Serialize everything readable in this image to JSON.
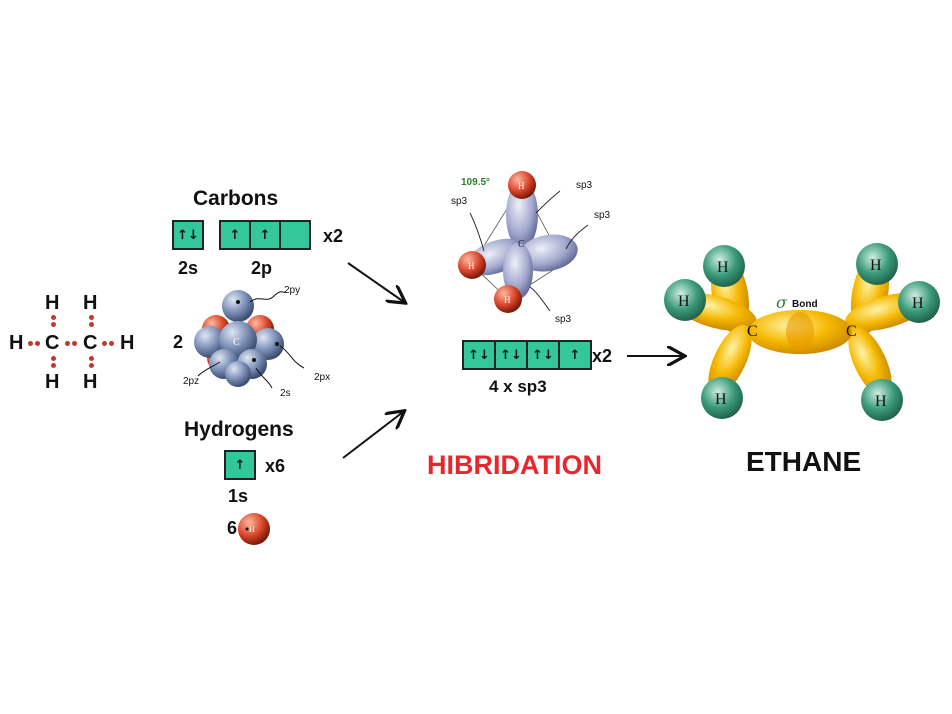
{
  "lewis": {
    "letters_top": [
      "H",
      "H"
    ],
    "letters_mid": [
      "H",
      "C",
      "C",
      "H"
    ],
    "letters_bottom": [
      "H",
      "H"
    ]
  },
  "carbons": {
    "title": "Carbons",
    "boxes_2s": [
      "↑↓"
    ],
    "boxes_2p": [
      "↑",
      "↑",
      ""
    ],
    "label_2s": "2s",
    "label_2p": "2p",
    "multiplier": "x2",
    "atom_count": "2",
    "orbital_labels": {
      "py": "2py",
      "pz": "2pz",
      "px": "2px",
      "s": "2s",
      "center": "C"
    }
  },
  "hydrogens": {
    "title": "Hydrogens",
    "boxes_1s": [
      "↑"
    ],
    "label_1s": "1s",
    "multiplier": "x6",
    "atom_count": "6",
    "atom_label": "H"
  },
  "hybrid": {
    "angle": "109.5°",
    "sp3": [
      "sp3",
      "sp3",
      "sp3",
      "sp3"
    ],
    "center": "C",
    "h_labels": [
      "H",
      "H",
      "H"
    ],
    "boxes": [
      "↑↓",
      "↑↓",
      "↑↓",
      "↑"
    ],
    "multiplier": "x2",
    "label": "4 x sp3",
    "title": "HIBRIDATION",
    "title_color": "#e8262b"
  },
  "ethane": {
    "h_labels": [
      "H",
      "H",
      "H",
      "H",
      "H",
      "H"
    ],
    "c_labels": [
      "C",
      "C"
    ],
    "sigma": "σ",
    "bond_label": "Bond",
    "title": "ETHANE"
  },
  "colors": {
    "box": "#33c79a",
    "lobe": "#f5b800",
    "hydrogen": "#3a9a7a",
    "sphere": "#7f92b8",
    "h_sphere": "#d9452a"
  }
}
